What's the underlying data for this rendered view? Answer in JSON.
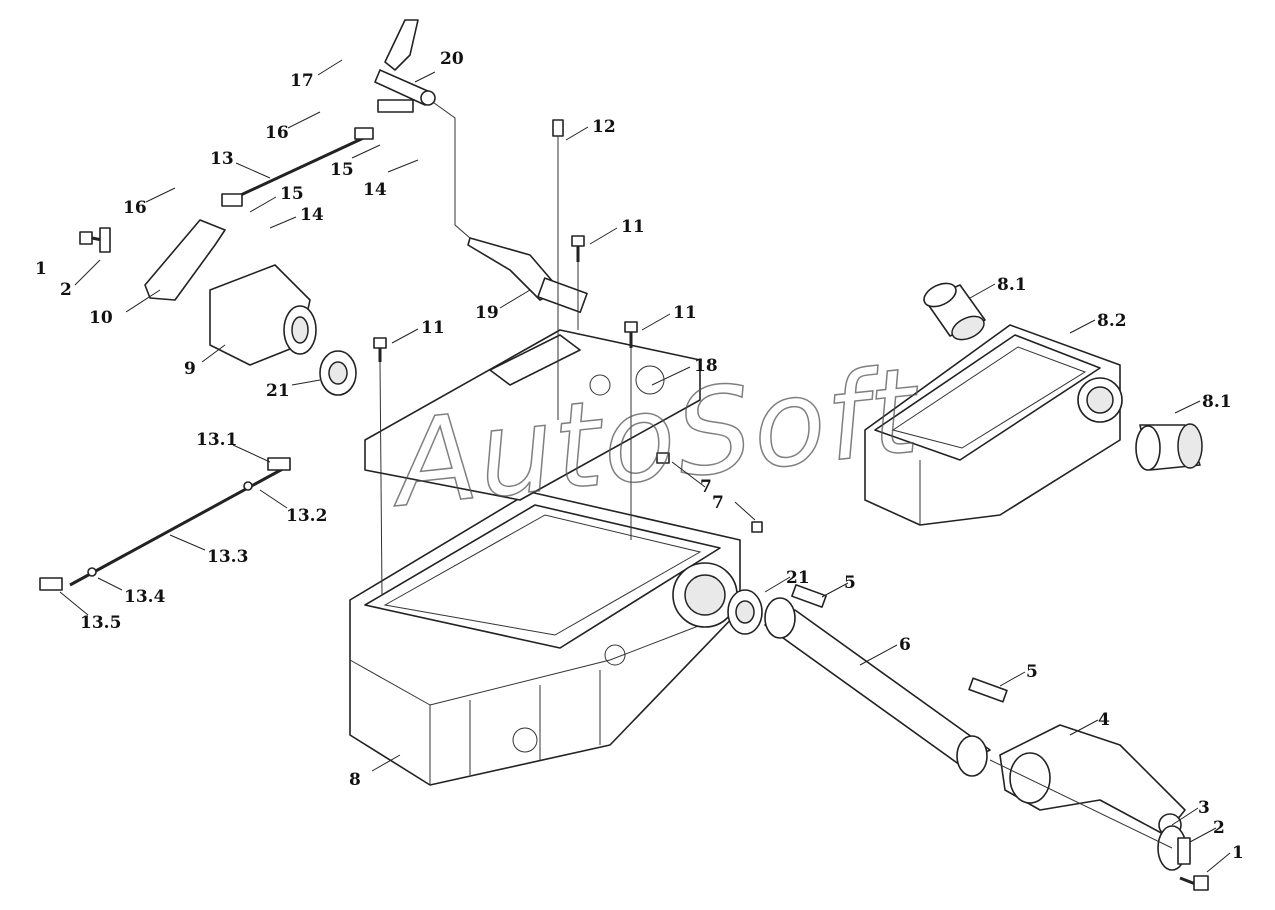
{
  "watermark": "AutoSoft",
  "callouts": [
    {
      "key": "c20",
      "text": "20"
    },
    {
      "key": "c17",
      "text": "17"
    },
    {
      "key": "c16a",
      "text": "16"
    },
    {
      "key": "c13",
      "text": "13"
    },
    {
      "key": "c16b",
      "text": "16"
    },
    {
      "key": "c15a",
      "text": "15"
    },
    {
      "key": "c14a",
      "text": "14"
    },
    {
      "key": "c15b",
      "text": "15"
    },
    {
      "key": "c14b",
      "text": "14"
    },
    {
      "key": "c12",
      "text": "12"
    },
    {
      "key": "c11a",
      "text": "11"
    },
    {
      "key": "c11b",
      "text": "11"
    },
    {
      "key": "c11c",
      "text": "11"
    },
    {
      "key": "c1a",
      "text": "1"
    },
    {
      "key": "c2a",
      "text": "2"
    },
    {
      "key": "c10",
      "text": "10"
    },
    {
      "key": "c9",
      "text": "9"
    },
    {
      "key": "c21a",
      "text": "21"
    },
    {
      "key": "c19",
      "text": "19"
    },
    {
      "key": "c18",
      "text": "18"
    },
    {
      "key": "c8_1a",
      "text": "8.1"
    },
    {
      "key": "c8_2",
      "text": "8.2"
    },
    {
      "key": "c8_1b",
      "text": "8.1"
    },
    {
      "key": "c13_1",
      "text": "13.1"
    },
    {
      "key": "c13_2",
      "text": "13.2"
    },
    {
      "key": "c13_3",
      "text": "13.3"
    },
    {
      "key": "c13_4",
      "text": "13.4"
    },
    {
      "key": "c13_5",
      "text": "13.5"
    },
    {
      "key": "c7a",
      "text": "7"
    },
    {
      "key": "c7b",
      "text": "7"
    },
    {
      "key": "c21b",
      "text": "21"
    },
    {
      "key": "c5a",
      "text": "5"
    },
    {
      "key": "c6",
      "text": "6"
    },
    {
      "key": "c5b",
      "text": "5"
    },
    {
      "key": "c4",
      "text": "4"
    },
    {
      "key": "c8",
      "text": "8"
    },
    {
      "key": "c3",
      "text": "3"
    },
    {
      "key": "c2b",
      "text": "2"
    },
    {
      "key": "c1b",
      "text": "1"
    }
  ]
}
